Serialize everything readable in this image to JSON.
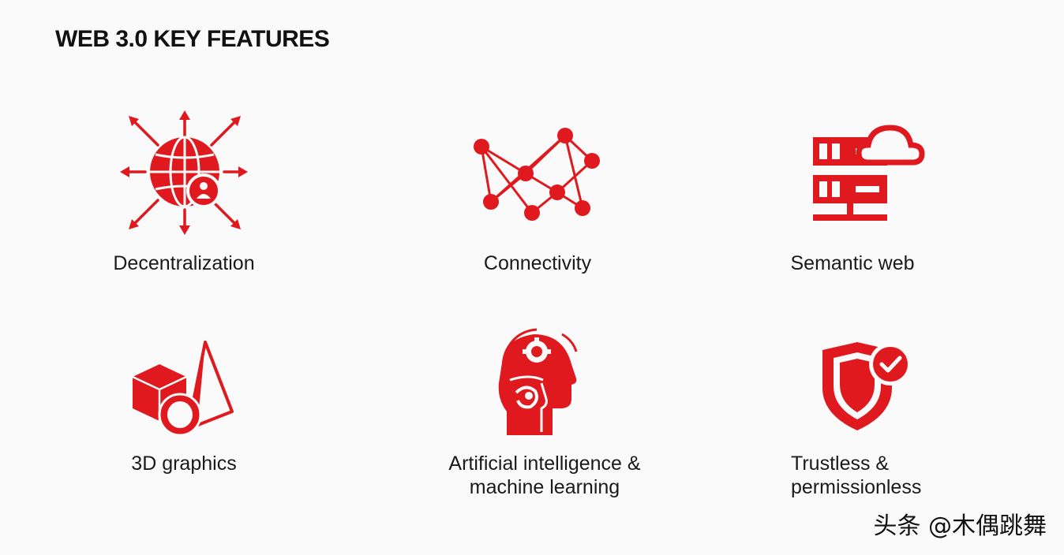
{
  "title": "WEB 3.0 KEY FEATURES",
  "accent_color": "#e0191e",
  "features": [
    {
      "label": "Decentralization",
      "icon": "globe-with-arrows-icon"
    },
    {
      "label": "Connectivity",
      "icon": "network-nodes-icon"
    },
    {
      "label": "Semantic web",
      "icon": "server-cloud-icon"
    },
    {
      "label": "3D graphics",
      "icon": "3d-shapes-icon"
    },
    {
      "label_line1": "Artificial intelligence &",
      "label_line2": "machine learning",
      "icon": "ai-head-gear-icon"
    },
    {
      "label_line1": "Trustless &",
      "label_line2": "permissionless",
      "icon": "shield-check-icon"
    }
  ],
  "watermark": "头条 @木偶跳舞"
}
